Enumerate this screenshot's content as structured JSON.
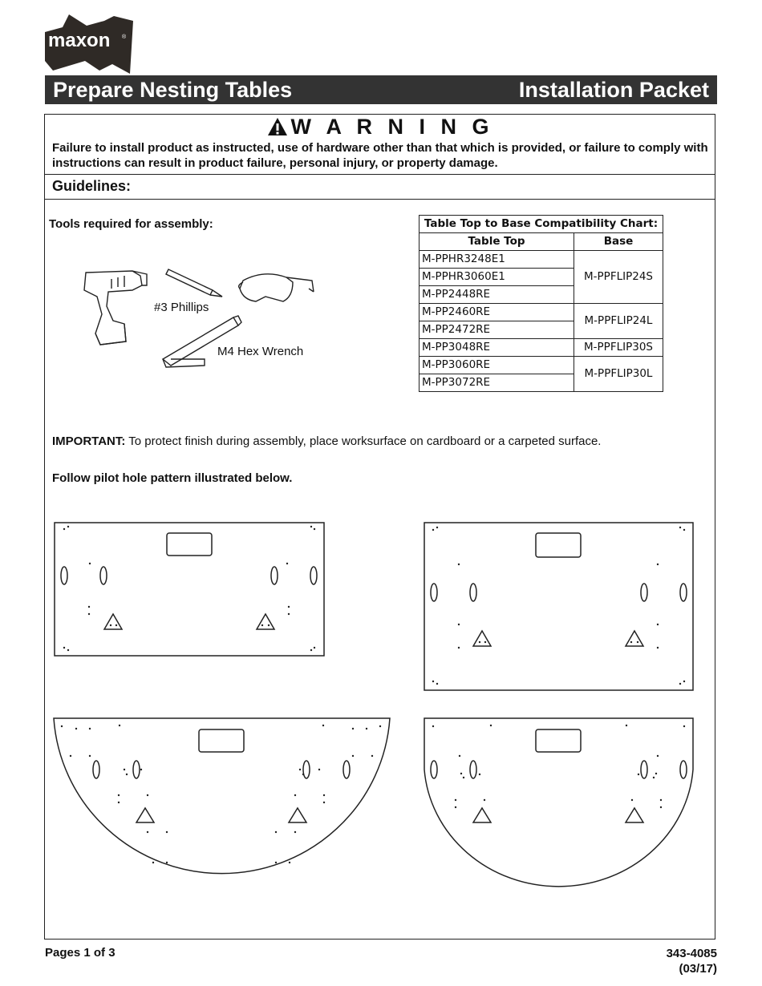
{
  "logo": {
    "text": "maxon",
    "mark": "®"
  },
  "header": {
    "title": "Prepare Nesting Tables",
    "packet": "Installation Packet"
  },
  "warning": {
    "heading": "W A R N I N G",
    "text": "Failure to install product as instructed, use of hardware other than that which is provided, or failure to comply with instructions can result in product failure, personal injury, or property damage."
  },
  "guidelines": {
    "heading": "Guidelines:"
  },
  "tools": {
    "title": "Tools required for assembly:",
    "phillips": "#3 Phillips",
    "hex": "M4 Hex Wrench"
  },
  "compat_table": {
    "title": "Table Top to Base Compatibility Chart:",
    "col_top": "Table Top",
    "col_base": "Base",
    "rows": [
      "M-PPHR3248E1",
      "M-PPHR3060E1",
      "M-PP2448RE",
      "M-PP2460RE",
      "M-PP2472RE",
      "M-PP3048RE",
      "M-PP3060RE",
      "M-PP3072RE"
    ],
    "bases": [
      "M-PPFLIP24S",
      "M-PPFLIP24L",
      "M-PPFLIP30S",
      "M-PPFLIP30L"
    ]
  },
  "important": {
    "label": "IMPORTANT:",
    "text": " To protect finish during assembly, place worksurface on cardboard or a carpeted surface."
  },
  "follow": "Follow pilot hole pattern illustrated below.",
  "footer": {
    "pages": "Pages 1 of 3",
    "doc": "343-4085",
    "date": "(03/17)"
  }
}
